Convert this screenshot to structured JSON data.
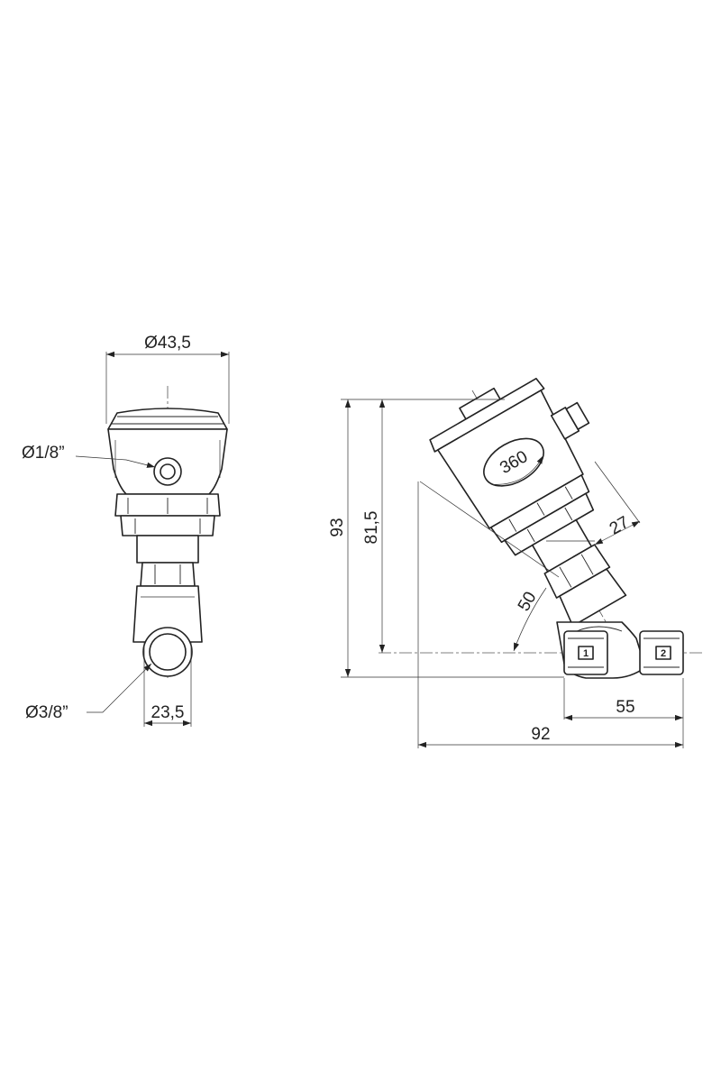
{
  "side_view": {
    "dim_body_diameter": "Ø43,5",
    "dim_pilot_port": "Ø1/8”",
    "dim_pipe_port": "Ø3/8”",
    "dim_hex_width": "23,5"
  },
  "front_view": {
    "dim_total_height": "93",
    "dim_actuator_height": "81,5",
    "dim_rotation": "360",
    "dim_pilot_offset": "27",
    "dim_angle": "50",
    "dim_body_length": "55",
    "dim_total_length": "92",
    "port_in_label": "1",
    "port_out_label": "2"
  },
  "icons": {
    "rotation_arrow": "rotation-arrow-icon",
    "dimension_arrow": "dimension-arrow-icon"
  }
}
